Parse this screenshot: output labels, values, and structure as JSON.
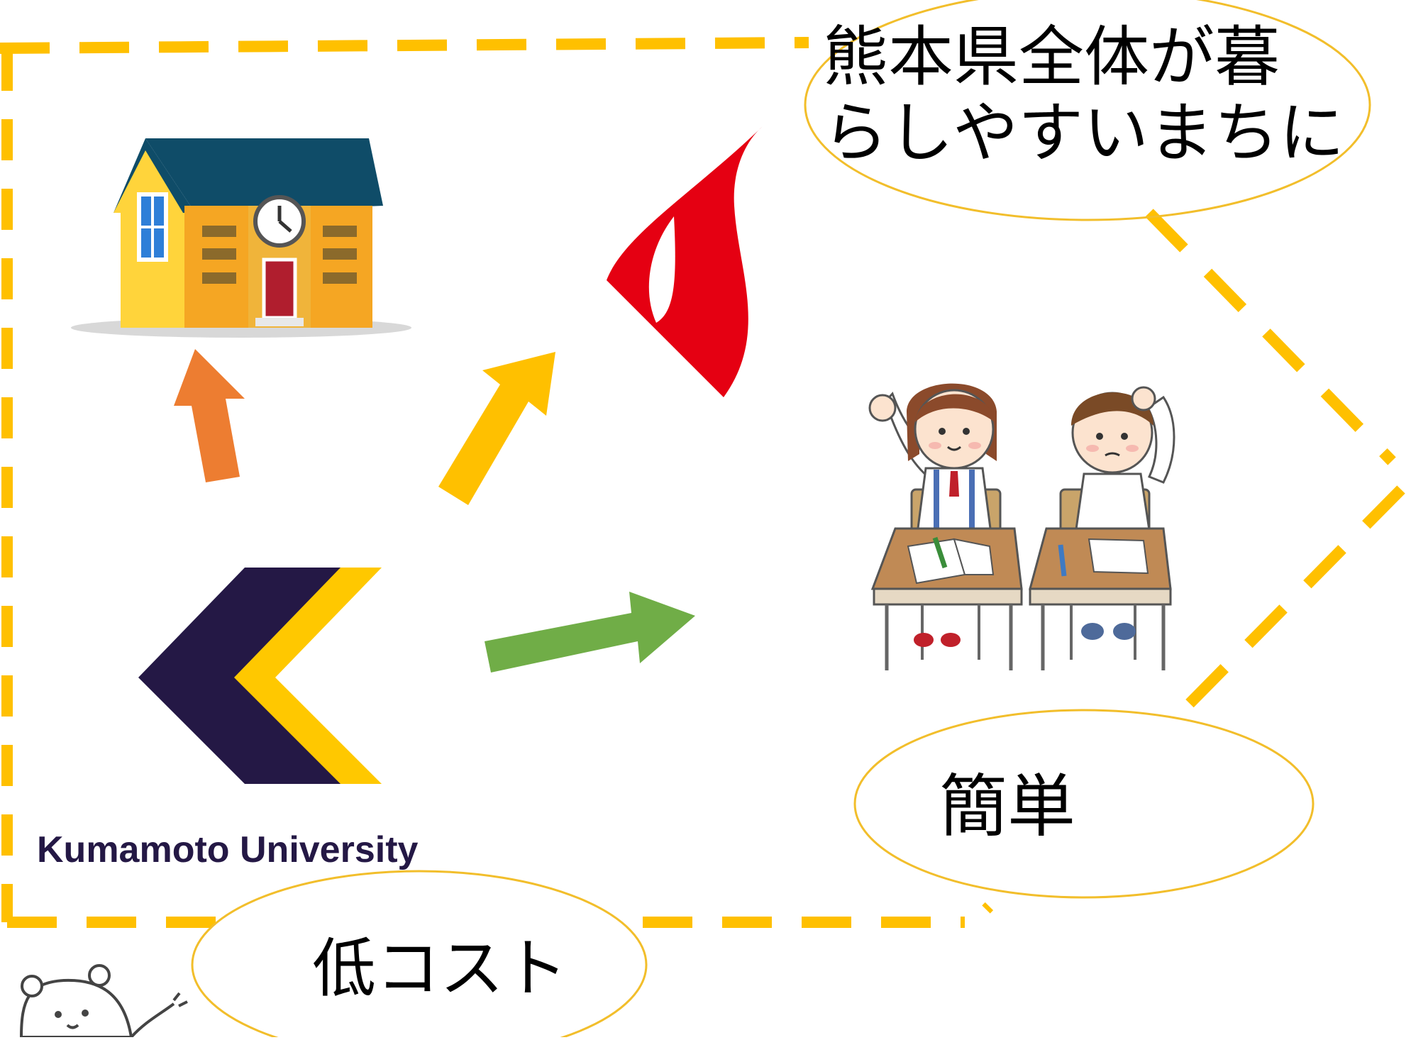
{
  "diagram": {
    "bubbles": {
      "top": "熊本県全体が暮\nらしやすいまちに",
      "simple": "簡単",
      "low_cost": "低コスト"
    },
    "university": {
      "name": "Kumamoto University"
    },
    "icons": {
      "school": "school-building-icon",
      "flame": "red-flame-logo-icon",
      "uni_logo": "kumamoto-university-chevron-logo",
      "students": "students-at-desks-illustration",
      "mascot": "bear-mascot-icon"
    },
    "colors": {
      "dash": "#FFC000",
      "bubble_outline": "#F2BE2B",
      "arrow_orange": "#ED7D31",
      "arrow_yellow": "#FFC000",
      "arrow_green": "#70AD47",
      "flame": "#E50012",
      "uni_navy": "#241845",
      "uni_yellow": "#FFC800"
    }
  }
}
